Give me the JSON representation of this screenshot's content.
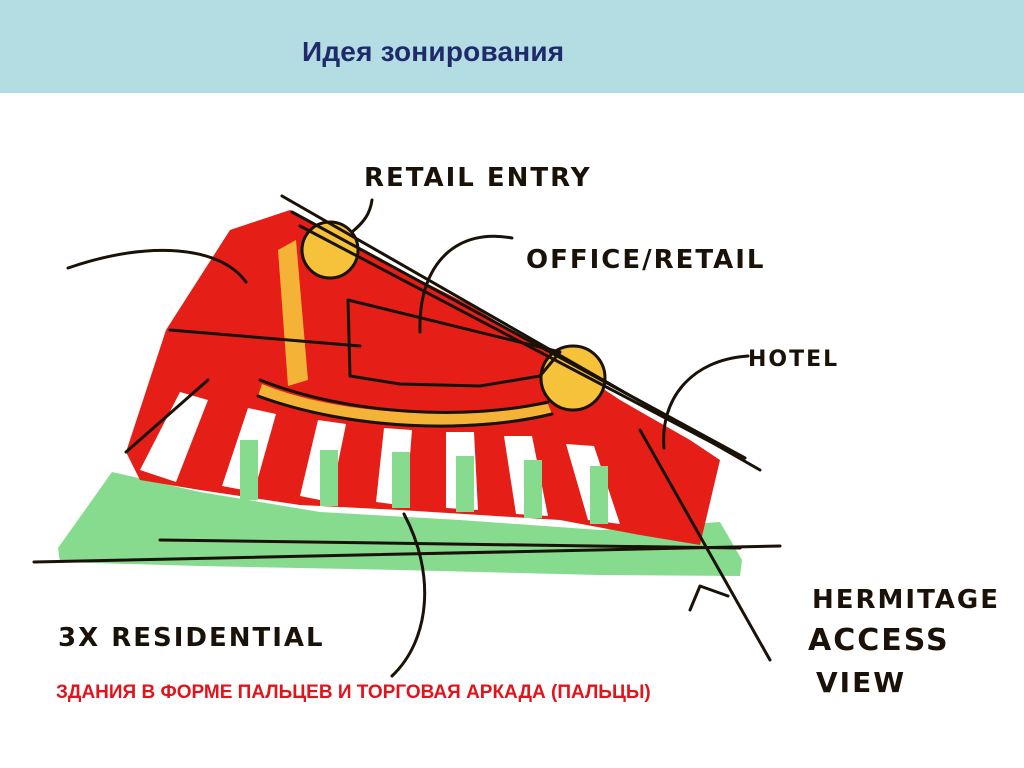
{
  "slide": {
    "title": "Идея зонирования",
    "caption": "ЗДАНИЯ В ФОРМЕ ПАЛЬЦЕВ И ТОРГОВАЯ АРКАДА (ПАЛЬЦЫ)"
  },
  "sketch": {
    "labels": {
      "retail_entry": "RETAIL ENTRY",
      "office_retail": "OFFICE/RETAIL",
      "hotel": "HOTEL",
      "residential": "3X RESIDENTIAL",
      "hermitage_1": "HERMITAGE",
      "hermitage_2": "ACCESS",
      "hermitage_3": "VIEW"
    }
  },
  "colors": {
    "header": "#b3dde3",
    "title": "#1f2a6b",
    "caption": "#e1141b",
    "red_zone": "#e51e17",
    "green_zone": "#86db8f",
    "yellow_zone": "#f5c23a",
    "ink": "#1a1208"
  }
}
